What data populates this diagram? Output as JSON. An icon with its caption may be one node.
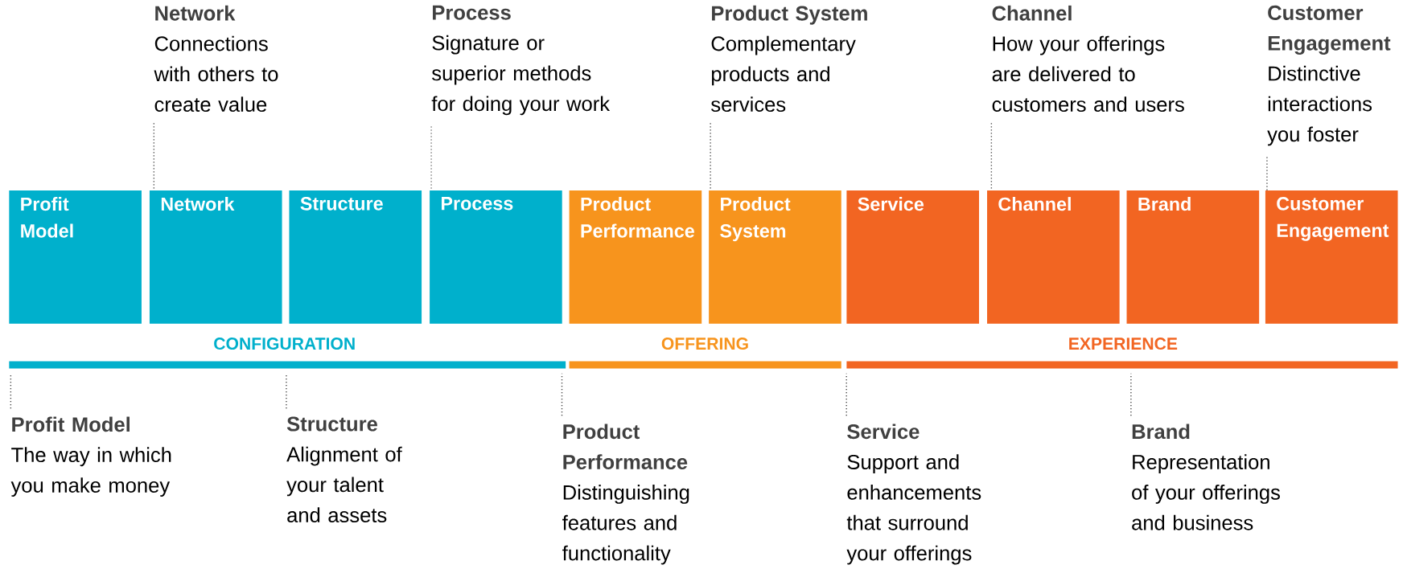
{
  "diagram": {
    "nodes": [
      {
        "text": [
          "Network",
          "Connections with others to create value"
        ]
      },
      {
        "text": [
          "Process",
          "Signature or superior methods for doing your work"
        ]
      },
      {
        "text": [
          "Product System",
          "Complementary products and services"
        ]
      },
      {
        "text": [
          "Channel",
          "How your offerings are delivered to customers and users"
        ]
      },
      {
        "text": [
          "Customer Engagement",
          "Distinctive interactions you foster"
        ]
      },
      {
        "text": [
          "Profit Model"
        ]
      },
      {
        "text": [
          "Network"
        ]
      },
      {
        "text": [
          "Structure"
        ]
      },
      {
        "text": [
          "Process"
        ]
      },
      {
        "text": [
          "Product Performance"
        ]
      },
      {
        "text": [
          "Product System"
        ]
      },
      {
        "text": [
          "Service"
        ]
      },
      {
        "text": [
          "Channel"
        ]
      },
      {
        "text": [
          "Brand"
        ]
      },
      {
        "text": [
          "Customer Engagement"
        ]
      },
      {
        "text": [],
        "shape": "bar"
      },
      {
        "text": [],
        "shape": "bar"
      },
      {
        "text": [],
        "shape": "bar"
      },
      {
        "text": [
          "Profit Model",
          "The way in which you make money"
        ]
      },
      {
        "text": [
          "Structure",
          "Alignment of your talent and assets"
        ]
      },
      {
        "text": [
          "Product Performance",
          "Distinguishing features and functionality"
        ]
      },
      {
        "text": [
          "Service",
          "Support and enhancements that surround your offerings"
        ]
      },
      {
        "text": [
          "Brand",
          "Representation of your offerings and business"
        ]
      }
    ],
    "edges": [
      {
        "from": 0,
        "to": 6,
        "arrow": "none"
      },
      {
        "from": 1,
        "to": 8,
        "arrow": "none"
      },
      {
        "from": 2,
        "to": 10,
        "arrow": "none"
      },
      {
        "from": 3,
        "to": 12,
        "arrow": "none"
      },
      {
        "from": 4,
        "to": 14,
        "arrow": "none"
      },
      {
        "from": 18,
        "to": 15,
        "arrow": "none"
      },
      {
        "from": 19,
        "to": 15,
        "arrow": "none"
      },
      {
        "from": 20,
        "to": 16,
        "arrow": "none"
      },
      {
        "from": 21,
        "to": 17,
        "arrow": "none"
      },
      {
        "from": 22,
        "to": 17,
        "arrow": "none"
      }
    ],
    "labels": [
      "CONFIGURATION",
      "OFFERING",
      "EXPERIENCE"
    ]
  }
}
